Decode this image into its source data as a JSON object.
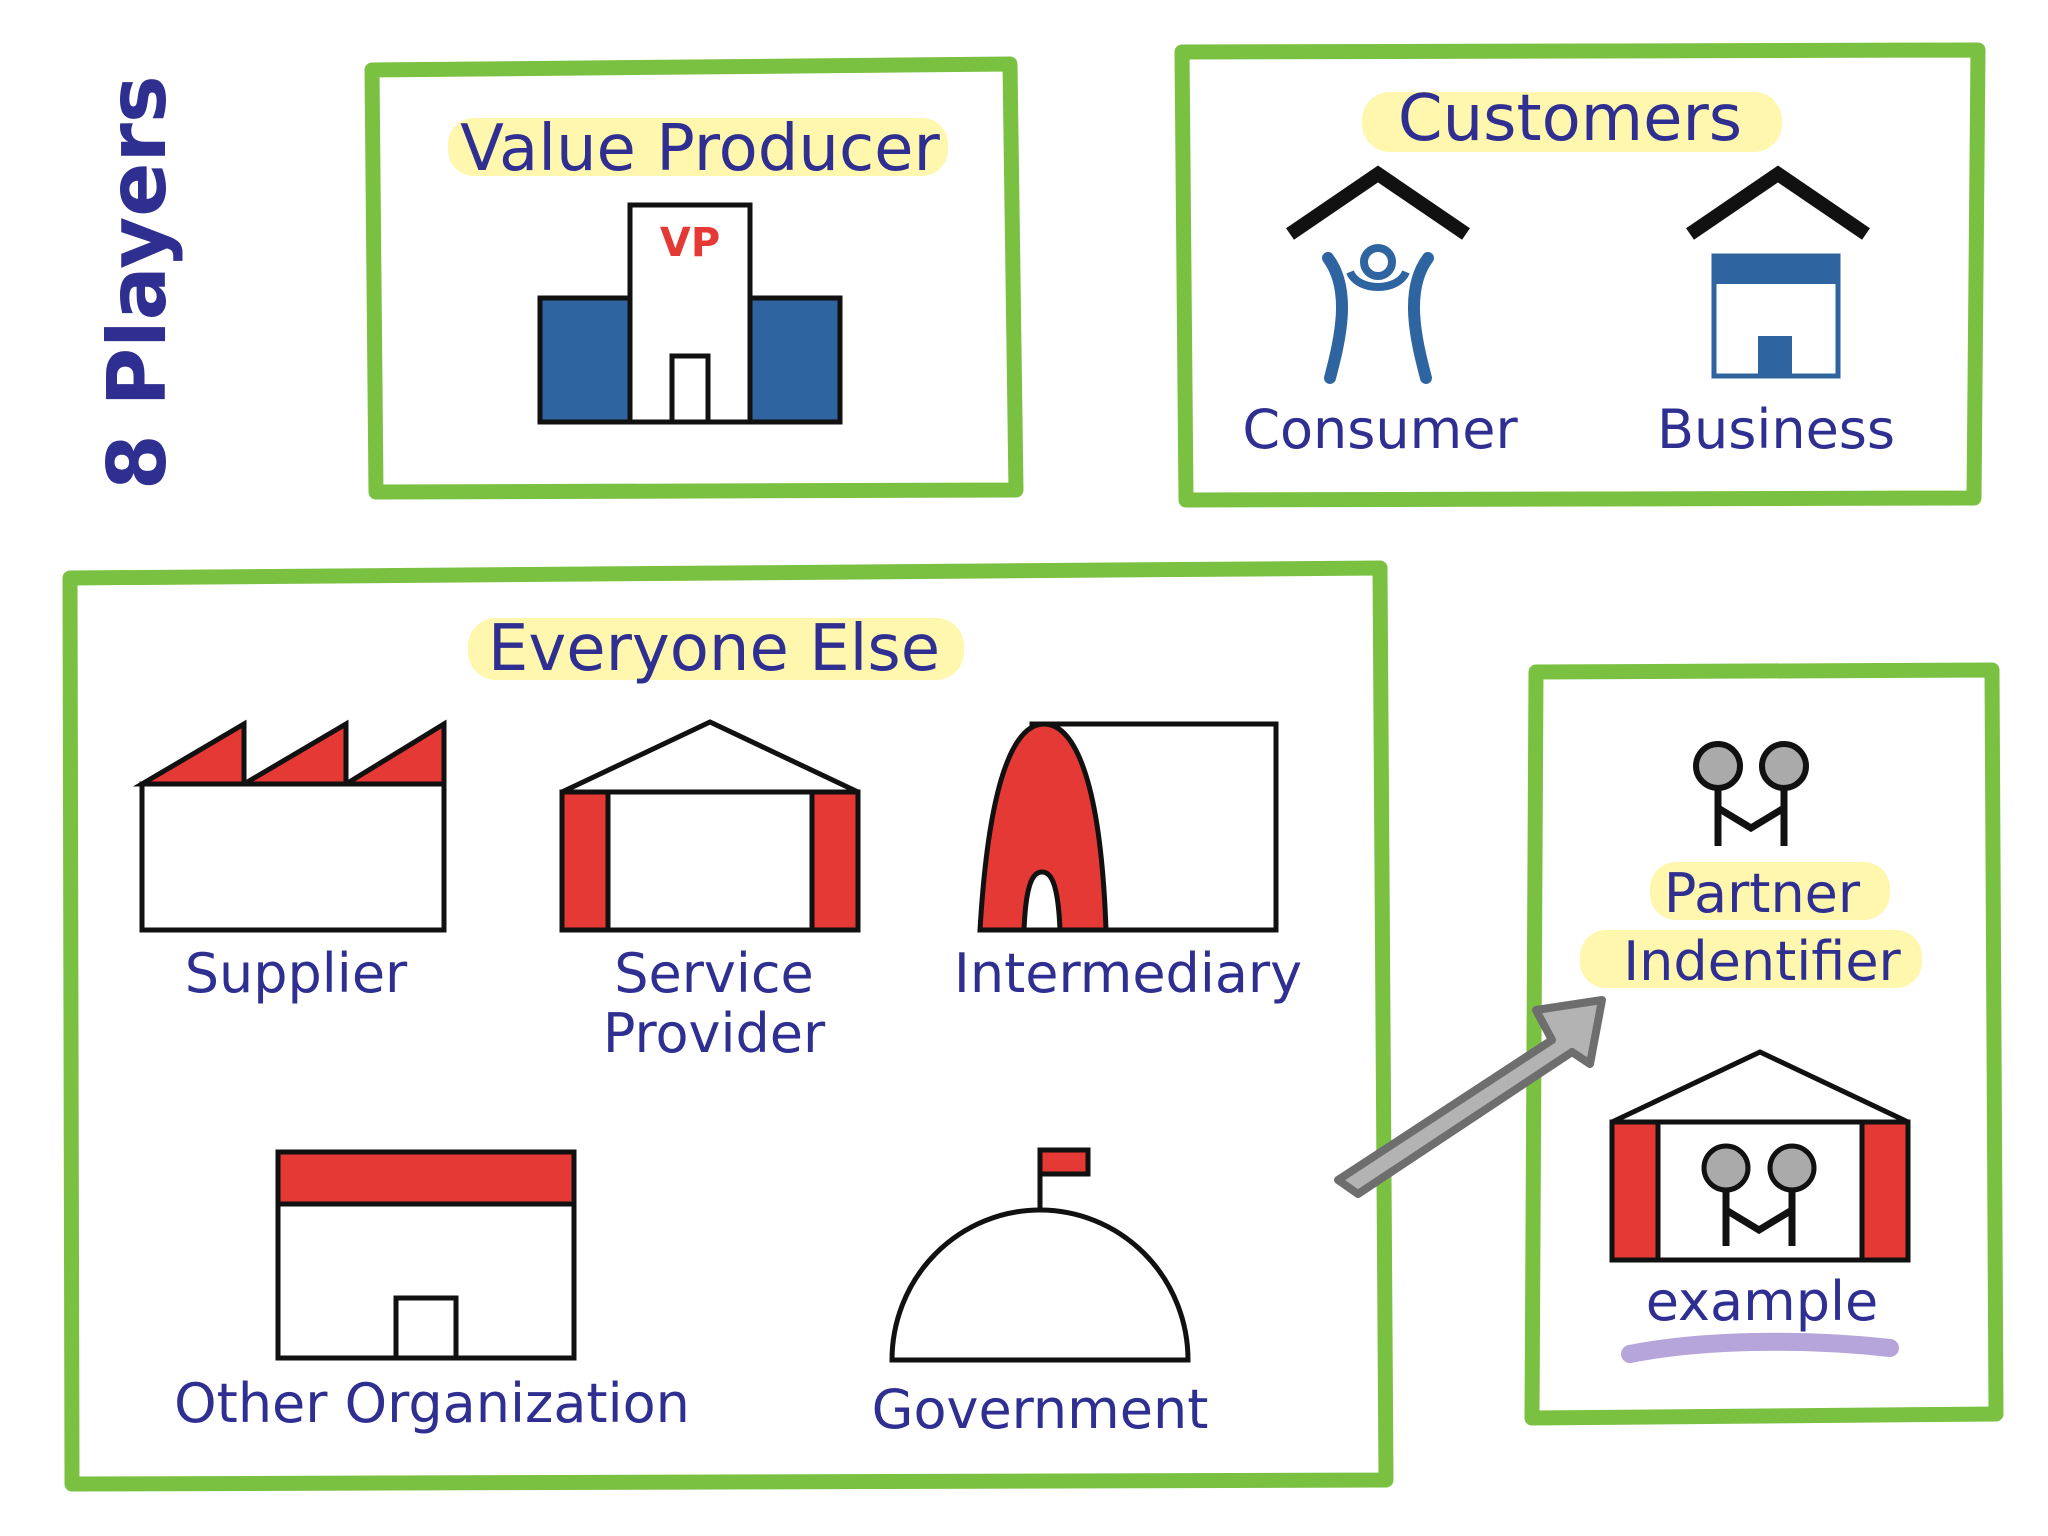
{
  "colors": {
    "frame": "#7ac142",
    "text": "#2e2f91",
    "accent_red": "#e53935",
    "accent_blue": "#2e64a0",
    "outline": "#111111",
    "highlight": "#fff59a",
    "underline": "#a38fd1",
    "arrow": "#8c8c8c"
  },
  "side_title": "8 Players",
  "value_producer": {
    "title": "Value Producer",
    "badge": "VP",
    "icon": "building-icon"
  },
  "customers": {
    "title": "Customers",
    "consumer": {
      "label": "Consumer",
      "icon": "person-house-icon"
    },
    "business": {
      "label": "Business",
      "icon": "store-house-icon"
    }
  },
  "everyone_else": {
    "title": "Everyone Else",
    "supplier": {
      "label": "Supplier",
      "icon": "factory-icon"
    },
    "service_provider": {
      "line1": "Service",
      "line2": "Provider",
      "icon": "warehouse-icon"
    },
    "intermediary": {
      "label": "Intermediary",
      "icon": "tent-icon"
    },
    "other_organization": {
      "label": "Other Organization",
      "icon": "office-icon"
    },
    "government": {
      "label": "Government",
      "icon": "dome-flag-icon"
    }
  },
  "partner": {
    "line1": "Partner",
    "line2": "Indentifier",
    "example": "example",
    "icon": "handshake-pins-icon"
  }
}
